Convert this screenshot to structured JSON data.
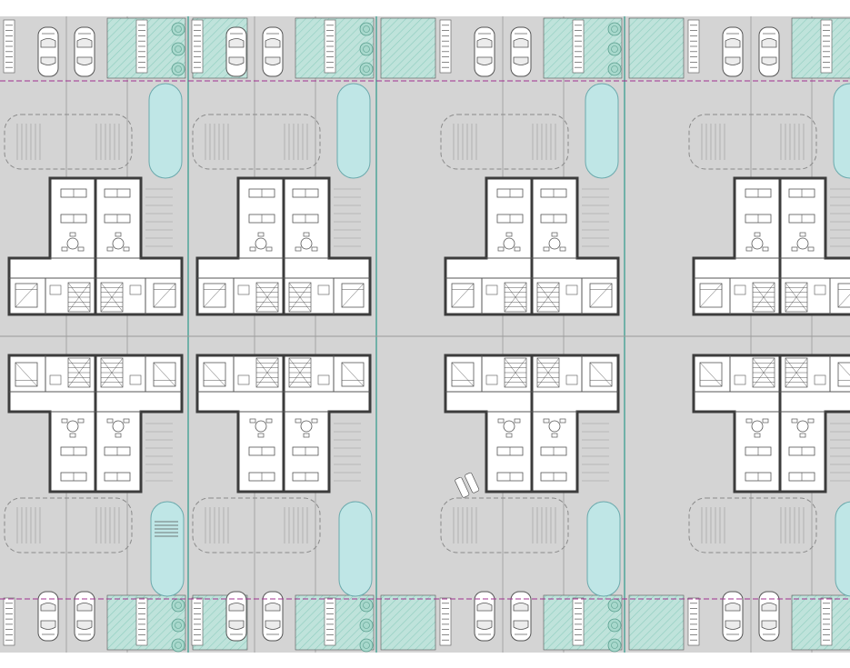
{
  "title": "",
  "colors": {
    "background": "#ffffff",
    "ground": "#d4d4d4",
    "garden": "#bfe3db",
    "hatch": "#8fcdbf",
    "pool": "#bfe6e6",
    "pool_edge": "#6aa9ac",
    "wall": "#3c3c3c",
    "interior": "#ffffff",
    "lot_line": "#2e9a8a",
    "boundary_line": "#a0308f",
    "line": "#555555",
    "car": "#ffffff"
  },
  "layout_grid": {
    "columns": 4,
    "rows": 2,
    "homes_per_lot": 4,
    "cars_per_lot_edge": 4
  },
  "legend": {
    "pool_icon": "pool-icon",
    "car_icon": "car-icon",
    "tree_icon": "tree-icon",
    "table_icon": "dining-table-icon",
    "bed_icon": "bed-icon",
    "stair_icon": "staircase-icon",
    "sofa_icon": "sofa-icon",
    "lounger_icon": "sun-lounger-icon"
  }
}
